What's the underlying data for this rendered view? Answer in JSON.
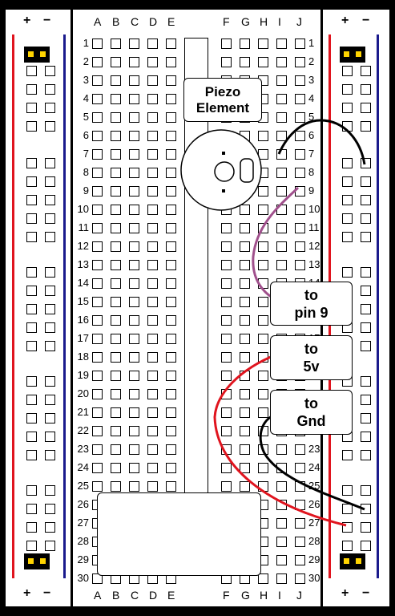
{
  "breadboard": {
    "left_column_letters": [
      "A",
      "B",
      "C",
      "D",
      "E"
    ],
    "right_column_letters": [
      "F",
      "G",
      "H",
      "I",
      "J"
    ],
    "row_numbers": [
      "1",
      "2",
      "3",
      "4",
      "5",
      "6",
      "7",
      "8",
      "9",
      "10",
      "11",
      "12",
      "13",
      "14",
      "15",
      "16",
      "17",
      "18",
      "19",
      "20",
      "21",
      "22",
      "23",
      "24",
      "25",
      "26",
      "27",
      "28",
      "29",
      "30"
    ],
    "rail_signs": {
      "plus": "+",
      "minus": "−"
    }
  },
  "labels": {
    "piezo": [
      "Piezo",
      "Element"
    ],
    "pin9": [
      "to",
      "pin 9"
    ],
    "five_v": [
      "to",
      "5v"
    ],
    "gnd": [
      "to",
      "Gnd"
    ]
  },
  "colors": {
    "red_rail": "#e0141e",
    "blue_rail": "#1a1a8c",
    "wire_black": "#000000",
    "wire_purple": "#a0508c",
    "wire_red": "#e0141e",
    "pin_header": "#ffd400"
  }
}
